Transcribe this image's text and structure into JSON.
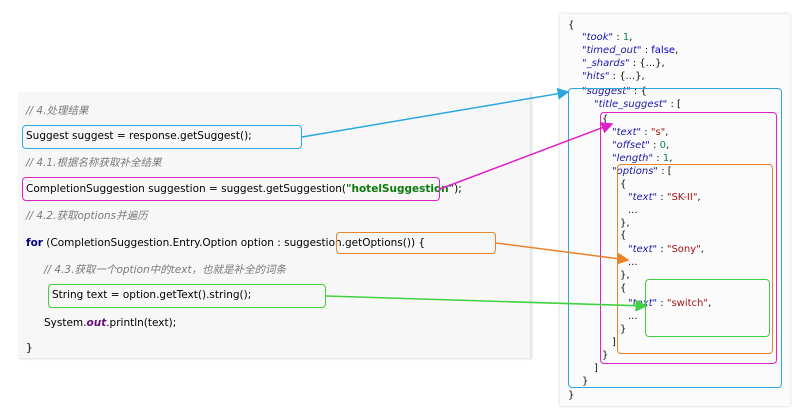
{
  "code": {
    "comment1": "// 4.处理结果",
    "line_suggest": "Suggest suggest = response.getSuggest();",
    "comment2": "// 4.1.根据名称获取补全结果",
    "line_completion_pre": "CompletionSuggestion suggestion = suggest.getSuggestion(",
    "line_completion_str": "\"hotelSuggestion\"",
    "line_completion_post": ");",
    "comment3": "// 4.2.获取options并遍历",
    "for_kw": "for",
    "line_for_pre": " (CompletionSuggestion.Entry.Option option : suggestion",
    "line_for_call": ".getOptions()",
    "line_for_post": ") {",
    "comment4": "// 4.3.获取一个option中的text，也就是补全的词条",
    "line_text": "String text = option.getText().string();",
    "line_print_pre": "System.",
    "line_print_field": "out",
    "line_print_post": ".println(text);",
    "close_brace": "}"
  },
  "json": {
    "open_brace": "{",
    "took_key": "\"took\"",
    "took_val": "1",
    "timed_out_key": "\"timed_out\"",
    "timed_out_val": "false",
    "shards_key": "\"_shards\"",
    "shards_val": "{...}",
    "hits_key": "\"hits\"",
    "hits_val": "{...}",
    "suggest_key": "\"suggest\"",
    "title_suggest_key": "\"title_suggest\"",
    "text_key": "\"text\"",
    "text_val": "\"s\"",
    "offset_key": "\"offset\"",
    "offset_val": "0",
    "length_key": "\"length\"",
    "length_val": "1",
    "options_key": "\"options\"",
    "opt1_val": "\"SK-II\"",
    "opt2_val": "\"Sony\"",
    "opt3_val": "\"switch\"",
    "ellipsis": "...",
    "colon": " : ",
    "comma": ",",
    "open_bracket": "[",
    "close_bracket": "]",
    "close_brace": "}",
    "close_brace_comma": "},"
  },
  "colors": {
    "blue": "#2aa7e0",
    "magenta": "#e020c8",
    "orange": "#e8832a",
    "green": "#3fd13f"
  }
}
